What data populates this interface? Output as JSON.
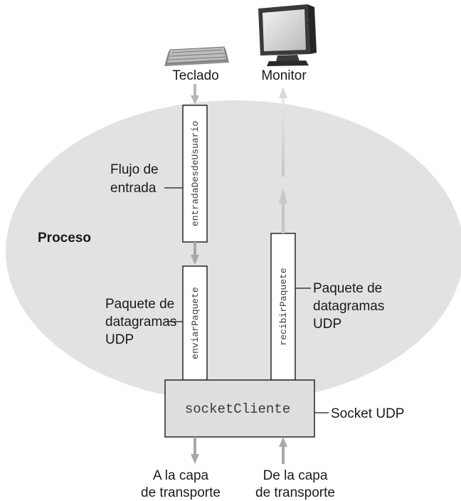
{
  "labels": {
    "keyboard": "Teclado",
    "monitor": "Monitor",
    "process": "Proceso",
    "input_stream_line1": "Flujo de",
    "input_stream_line2": "entrada",
    "packet_left_line1": "Paquete de",
    "packet_left_line2": "datagramas",
    "packet_left_line3": "UDP",
    "packet_right_line1": "Paquete de",
    "packet_right_line2": "datagramas",
    "packet_right_line3": "UDP",
    "socket_label": "Socket UDP",
    "to_transport_line1": "A la capa",
    "to_transport_line2": "de transporte",
    "from_transport_line1": "De la capa",
    "from_transport_line2": "de transporte"
  },
  "boxes": {
    "user_input": "entradaDesdeUsuario",
    "send_packet": "enviarPaquete",
    "receive_packet": "recibirPaquete",
    "client_socket": "socketCliente"
  },
  "icons": {
    "keyboard": "keyboard-icon",
    "monitor": "monitor-icon"
  },
  "colors": {
    "process_fill": "#e2e2e2",
    "socket_fill": "#dedede",
    "arrow": "#b8b8b8",
    "box_stroke": "#1a1a1a",
    "text": "#1a1a1a"
  }
}
